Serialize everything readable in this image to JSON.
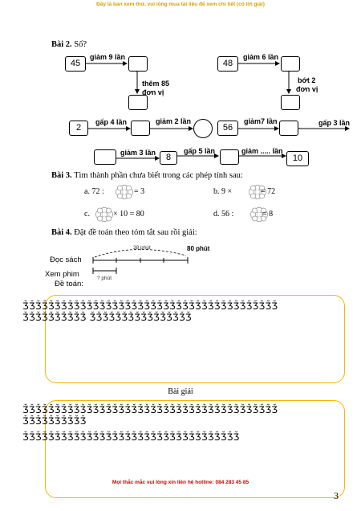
{
  "header_note": "Đây là bản xem thử, vui lòng mua tài liệu để xem chi tiết (có lời giải)",
  "bai2": {
    "title": "Bài 2.",
    "prompt": "Số?",
    "row1_left": {
      "start": "45",
      "op1": "giảm 9 lần",
      "op2_l1": "thêm 85",
      "op2_l2": "đơn vị"
    },
    "row1_right": {
      "start": "48",
      "op1": "giảm 6 lần",
      "op2_l1": "bớt 2",
      "op2_l2": "đơn vị"
    },
    "row2": {
      "start": "2",
      "op1": "gấp 4 lần",
      "op2": "giảm 2 lần",
      "mid": "56",
      "op3": "giảm7 lần",
      "op4": "gấp 3 lần"
    },
    "row3": {
      "op1": "giảm 3 lần",
      "v1": "8",
      "op2": "gấp 5 lần",
      "op3": "giảm ..... lần",
      "v2": "10"
    }
  },
  "bai3": {
    "title": "Bài 3.",
    "prompt": "Tìm thành phần chưa biết trong các phép tính sau:",
    "a_label": "a.  72 :",
    "a_rest": "= 3",
    "b_label": "b.  9 ×",
    "b_rest": "= 72",
    "c_label": "c.",
    "c_rest": "× 10 = 80",
    "d_label": "d.  56 :",
    "d_rest": "= 8"
  },
  "bai4": {
    "title": "Bài 4.",
    "prompt": "Đặt đề toán theo tóm tắt sau rồi giải:",
    "doc_sach": "Đọc sách",
    "xem_phim": "Xem phim",
    "de_toan": "Đề toán:",
    "arc_label": "38 phút",
    "total_label": "80 phút",
    "q_label": "? phút"
  },
  "answer1_line1": "ǮǮǮǮǮǮǮǮǮǮǮǮǮǮǮǮǮǮǮǮǮǮǮǮǮǮǮǮǮǮǮǮǮǮǮǮǮǮǮǮ",
  "answer1_line2": "ǮǮǮǮǮǮǮǮǮǮ ǮǮǮǮǮǮǮǮǮǮǮǮǮǮǮǮ",
  "bai_giai": "Bài giải",
  "answer2_line1": "ǮǮǮǮǮǮǮǮǮǮǮǮǮǮǮǮǮǮǮǮǮǮǮǮǮǮǮǮǮǮǮǮǮǮǮǮǮǮǮǮ",
  "answer2_line2": "ǮǮǮǮǮǮǮǮǮǮ",
  "answer2_line3": "ǮǮǮǮǮǮǮǮǮǮǮǮǮǮǮǮǮǮǮǮǮǮǮǮǮǮǮǮǮǮǮǮǮǮ",
  "footer_note": "Mọi thắc mắc vui lòng xin liên hệ hotline: 084 283 45 85",
  "page_number": "3",
  "colors": {
    "header": "#d4a000",
    "footer": "#d40000",
    "frame": "#f5b800"
  }
}
